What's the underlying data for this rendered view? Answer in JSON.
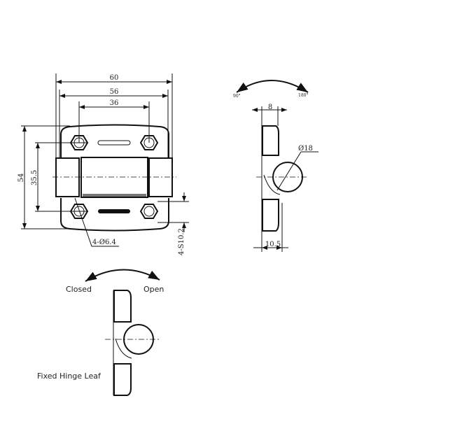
{
  "front_view": {
    "dim_overall_width": "60",
    "dim_leaf_width": "56",
    "dim_hole_spacing": "36",
    "dim_overall_height": "54",
    "dim_hole_vertical": "35.5",
    "dim_hole_dia": "4-Ø6.4",
    "dim_counterbore": "4-S10.2"
  },
  "side_view": {
    "angle_left": "90°",
    "angle_right": "180°",
    "dim_thickness": "8",
    "dim_barrel_dia": "Ø18",
    "dim_depth": "10.5"
  },
  "bottom_view": {
    "label_closed": "Closed",
    "label_open": "Open",
    "label_fixed_leaf": "Fixed Hinge Leaf"
  }
}
